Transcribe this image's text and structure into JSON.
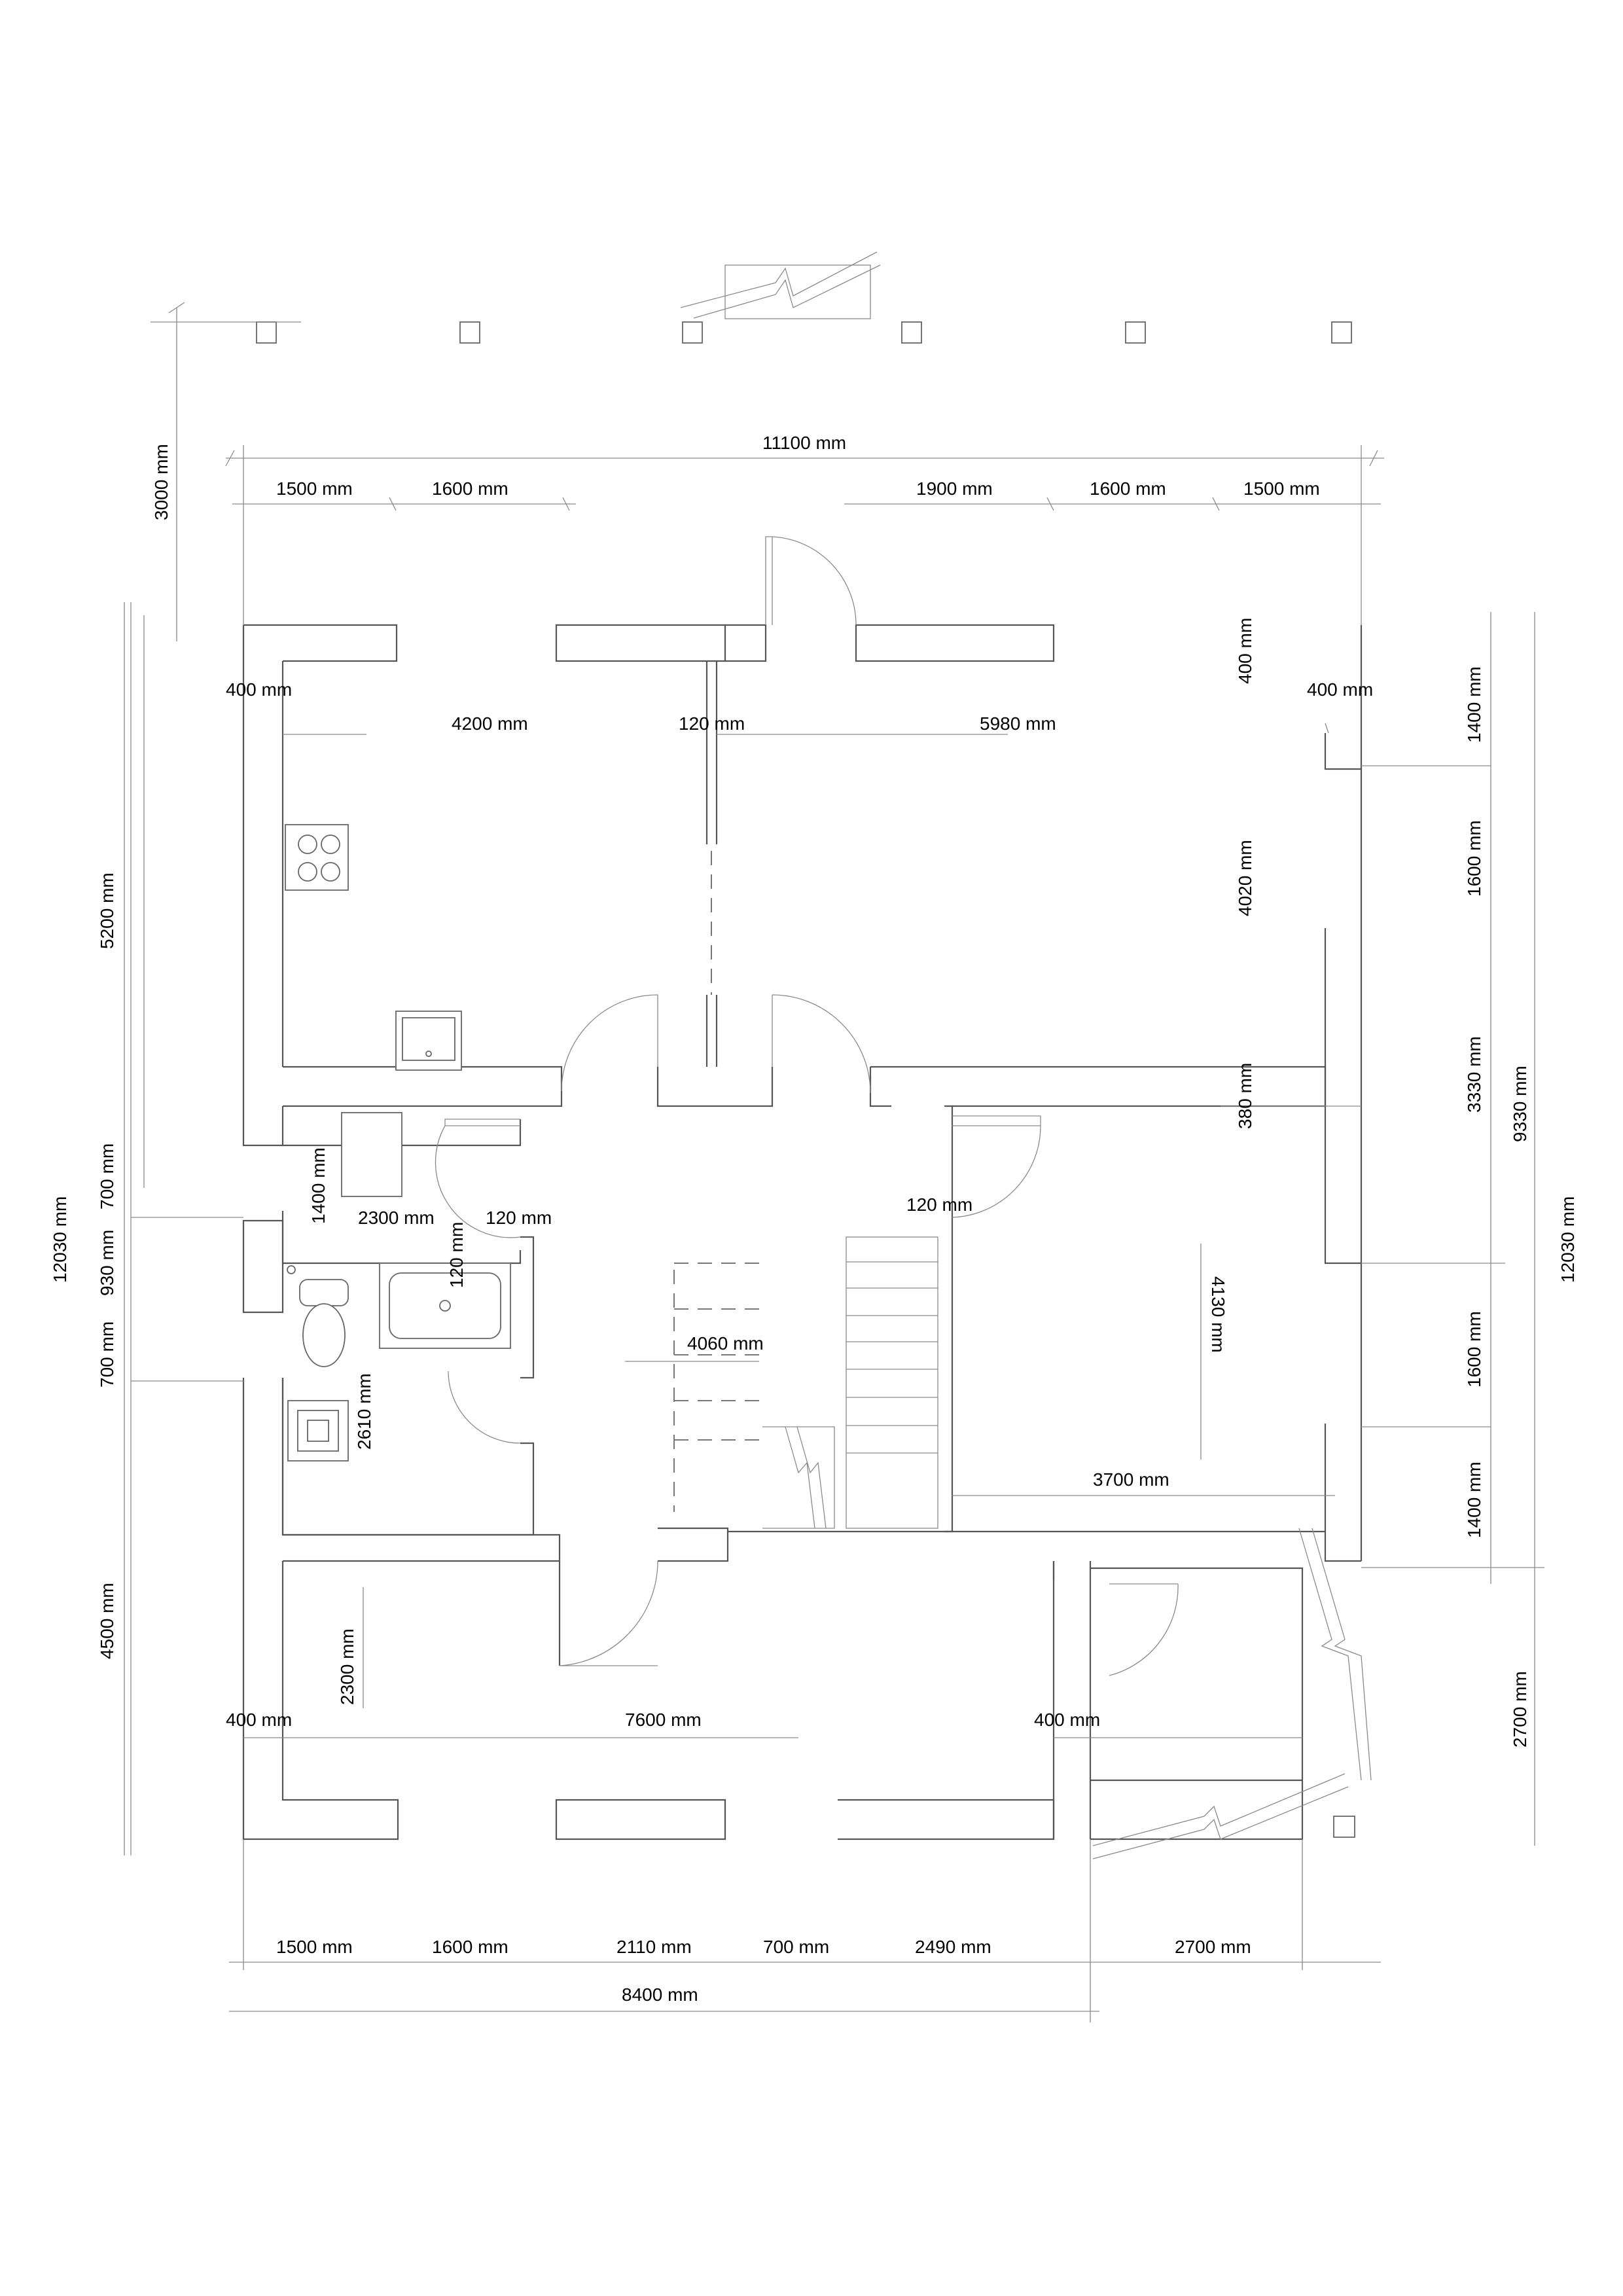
{
  "dimensions": {
    "top": {
      "overall": "11100 mm",
      "left_1": "1500 mm",
      "left_2": "1600 mm",
      "right_1": "1900 mm",
      "right_2": "1600 mm",
      "right_3": "1500 mm"
    },
    "bottom": {
      "seg_1": "1500 mm",
      "seg_2": "1600 mm",
      "seg_3": "2110 mm",
      "seg_4": "700 mm",
      "seg_5": "2490 mm",
      "seg_6": "2700 mm",
      "overall": "8400 mm"
    },
    "left": {
      "porch": "3000 mm",
      "overall": "12030 mm",
      "upper": "5200 mm",
      "mid_1": "700 mm",
      "mid_2": "930 mm",
      "mid_3": "700 mm",
      "lower": "4500 mm"
    },
    "right": {
      "seg_1": "1400 mm",
      "seg_2": "1600 mm",
      "seg_3": "3330 mm",
      "seg_4": "1600 mm",
      "seg_5": "1400 mm",
      "seg_6": "2700 mm",
      "sum": "9330 mm",
      "overall": "12030 mm"
    },
    "interior": {
      "wall_left_upper": "400 mm",
      "kitchen_width": "4200 mm",
      "partition_upper": "120 mm",
      "living_width": "5980 mm",
      "wall_top_right": "400 mm",
      "wall_right_upper": "400 mm",
      "living_height": "4020 mm",
      "wall_right_mid": "380 mm",
      "bath_upper_height": "1400 mm",
      "bath_width": "2300 mm",
      "partition_bath_1": "120 mm",
      "partition_bath_2": "120 mm",
      "partition_stair": "120 mm",
      "bedroom_height": "4130 mm",
      "hall_width": "4060 mm",
      "bath_lower_height": "2610 mm",
      "bedroom_width": "3700 mm",
      "lower_room_height": "2300 mm",
      "wall_left_lower": "400 mm",
      "lower_room_width": "7600 mm",
      "wall_lower_right": "400 mm"
    }
  }
}
